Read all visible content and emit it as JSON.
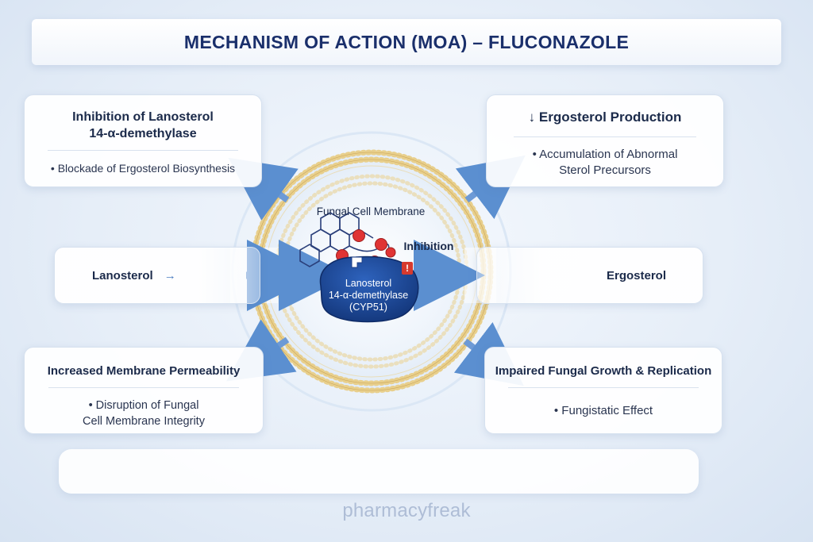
{
  "title": "MECHANISM OF ACTION (MOA) – FLUCONAZOLE",
  "cards": {
    "top_left": {
      "heading_line1": "Inhibition of Lanosterol",
      "heading_line2": "14-α-demethylase",
      "bullet": "• Blockade of Ergosterol Biosynthesis"
    },
    "top_right": {
      "heading": "↓ Ergosterol Production",
      "bullet_line1": "• Accumulation of Abnormal",
      "bullet_line2": "Sterol Precursors"
    },
    "bottom_left": {
      "heading": "Increased Membrane Permeability",
      "bullet_line1": "• Disruption of Fungal",
      "bullet_line2": "Cell Membrane Integrity"
    },
    "bottom_right": {
      "heading": "Impaired Fungal Growth & Replication",
      "bullet": "• Fungistatic Effect"
    },
    "middle_left": {
      "label": "Lanosterol",
      "arrow": "→"
    },
    "middle_right": {
      "label": "Ergosterol"
    }
  },
  "center": {
    "membrane_label": "Fungal Cell Membrane",
    "inhibition_label": "Inhibition",
    "enzyme_line1": "Lanosterol",
    "enzyme_line2": "14-α-demethylase",
    "enzyme_line3": "(CYP51)",
    "inhibit_marker": "!"
  },
  "watermark": "pharmacyfreak",
  "colors": {
    "title_text": "#1a2f6b",
    "arrow": "#5b8fd0",
    "enzyme_fill": "#1d4a9a",
    "membrane_bead": "#f1dfa8",
    "atom_red": "#e03434",
    "inhibit_red": "#d63a2e"
  }
}
